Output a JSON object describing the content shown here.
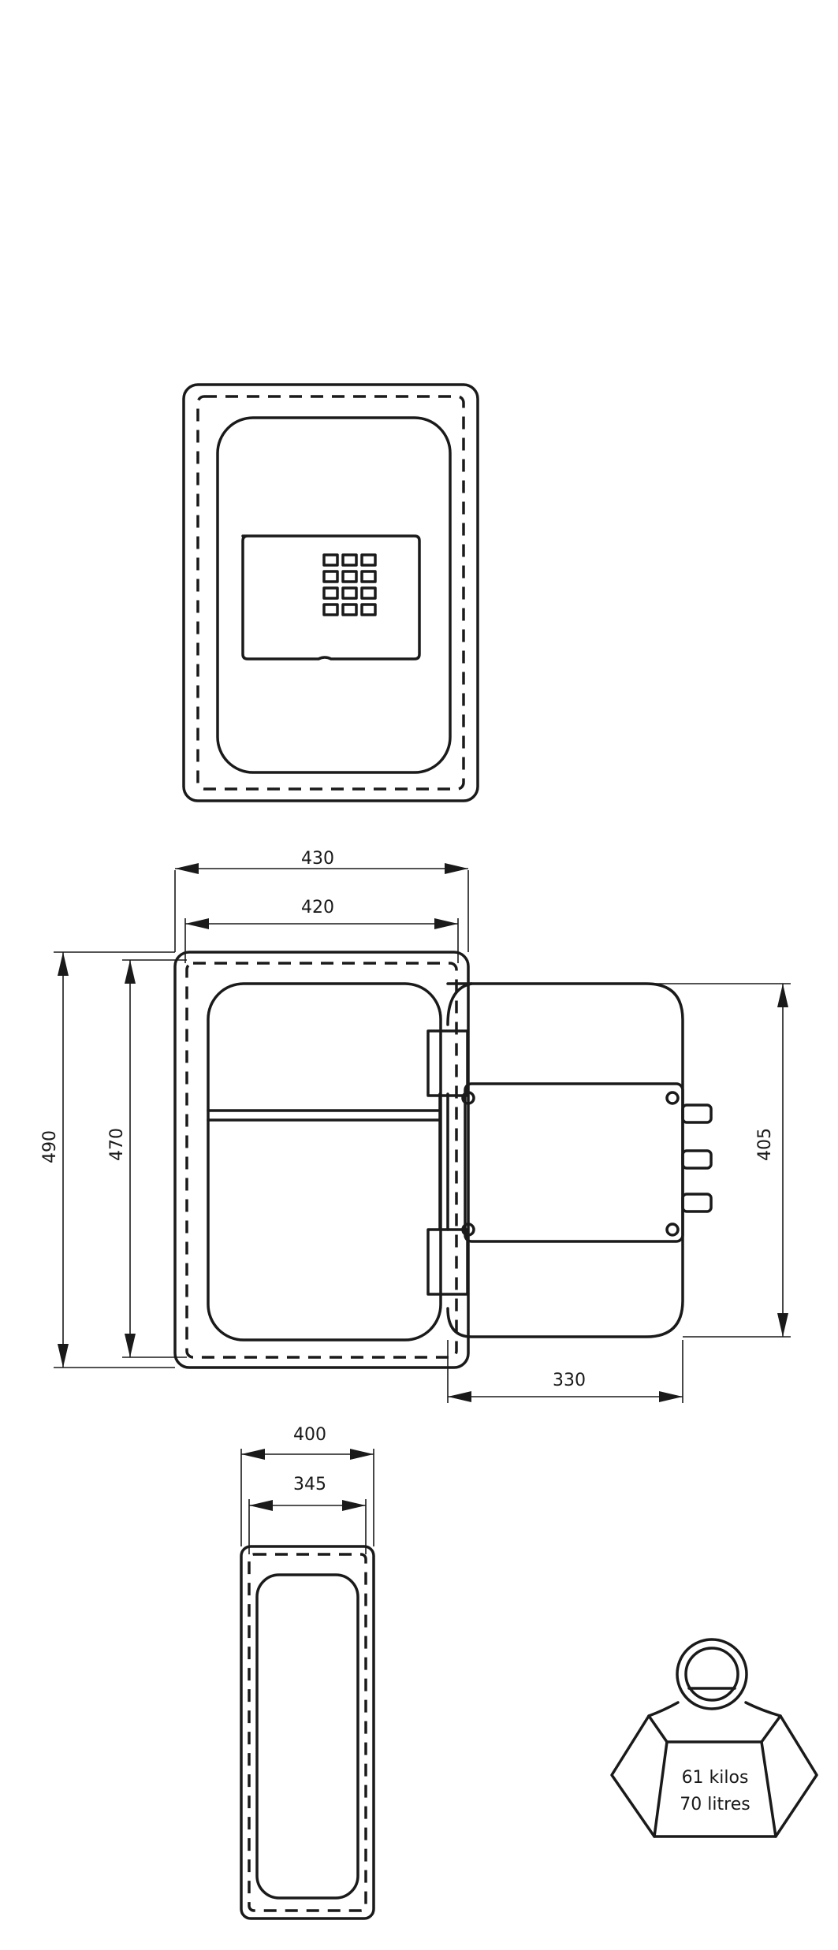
{
  "dimensions": {
    "outer_width": "430",
    "inner_width": "420",
    "outer_height": "490",
    "inner_height": "470",
    "door_height": "405",
    "door_depth": "330",
    "side_depth_outer": "400",
    "side_depth_inner": "345"
  },
  "weight": {
    "mass": "61 kilos",
    "volume": "70 litres"
  }
}
